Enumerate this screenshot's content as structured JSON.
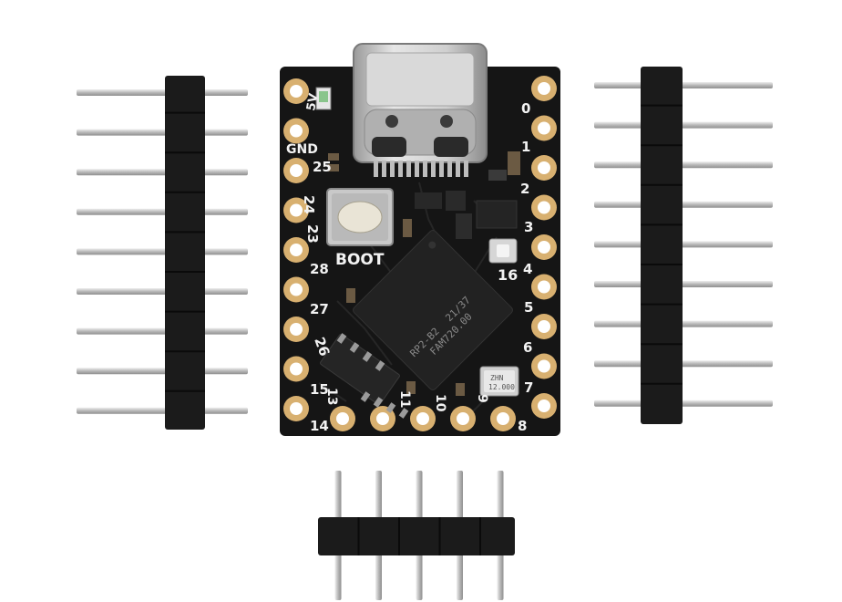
{
  "image": {
    "subject": "rp2040-dev-board-with-pin-headers",
    "colors": {
      "board": "#151515",
      "pad_gold": "#d8b070",
      "silkscreen": "#f2f2f2",
      "header_plastic": "#1b1b1b",
      "pin_metal": "#bdbdbd",
      "usb_shell": "#c8c8c8"
    }
  },
  "board": {
    "left_pin_labels": [
      "5V",
      "GND",
      "25",
      "24",
      "23",
      "28",
      "27",
      "26",
      "15",
      "14"
    ],
    "left_top_pin_labels": [
      "5V",
      "GND"
    ],
    "left_middle_pin_labels": [
      "25",
      "24",
      "23",
      "28",
      "27",
      "26",
      "15",
      "14"
    ],
    "right_pin_labels": [
      "0",
      "1",
      "2",
      "3",
      "4",
      "5",
      "6",
      "7",
      "8"
    ],
    "bottom_pin_labels": [
      "13",
      "11",
      "10",
      "9"
    ],
    "button_label": "BOOT",
    "led_label": "16",
    "chip_marking": [
      "RP2-B2",
      "21/37",
      "FAM720.00"
    ],
    "crystal_marking": [
      "ZHN",
      "12.000"
    ]
  }
}
